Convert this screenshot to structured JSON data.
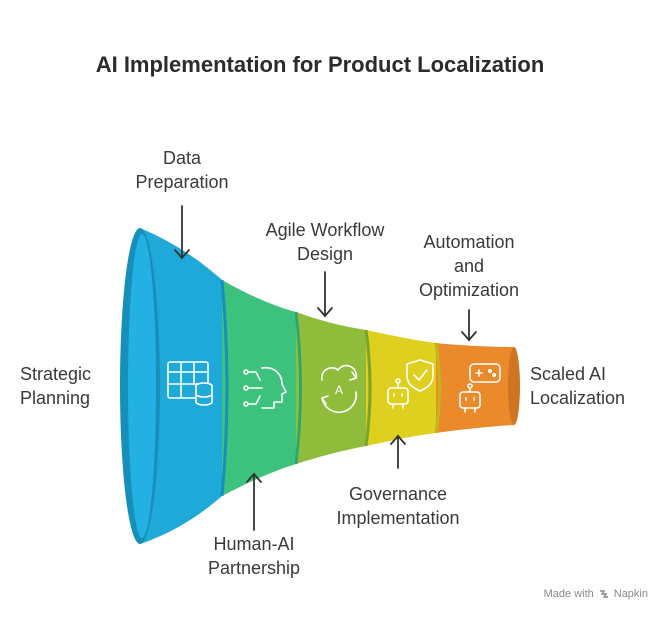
{
  "title": "AI Implementation for Product Localization",
  "stages": [
    {
      "id": "strategic-planning",
      "lines": [
        "Strategic",
        "Planning"
      ],
      "color": "#1ea9d9",
      "icon": "table-database-icon"
    },
    {
      "id": "data-preparation",
      "lines": [
        "Data",
        "Preparation"
      ],
      "color": "#1ea9d9",
      "icon": "table-database-icon"
    },
    {
      "id": "human-ai-partnership",
      "lines": [
        "Human-AI",
        "Partnership"
      ],
      "color": "#3cc27d",
      "icon": "ai-head-icon"
    },
    {
      "id": "agile-workflow-design",
      "lines": [
        "Agile Workflow",
        "Design"
      ],
      "color": "#8fbd3b",
      "icon": "cloud-cycle-icon"
    },
    {
      "id": "governance-implementation",
      "lines": [
        "Governance",
        "Implementation"
      ],
      "color": "#dfcf1e",
      "icon": "robot-shield-icon"
    },
    {
      "id": "automation-and-optimization",
      "lines": [
        "Automation",
        "and",
        "Optimization"
      ],
      "color": "#ea8a2b",
      "icon": "robot-gamepad-icon"
    },
    {
      "id": "scaled-ai-localization",
      "lines": [
        "Scaled AI",
        "Localization"
      ],
      "color": "#ea8a2b",
      "icon": "robot-gamepad-icon"
    }
  ],
  "segment_colors": {
    "blue": "#1ea9d9",
    "blue_dark": "#168fba",
    "green": "#3cc27d",
    "green_dark": "#2fa768",
    "olive": "#8fbd3b",
    "olive_dark": "#78a42c",
    "yellow": "#dfcf1e",
    "yellow_dark": "#c4b614",
    "orange": "#ea8a2b",
    "orange_dark": "#cf7420"
  },
  "brand": {
    "prefix": "Made with",
    "name": "Napkin"
  }
}
